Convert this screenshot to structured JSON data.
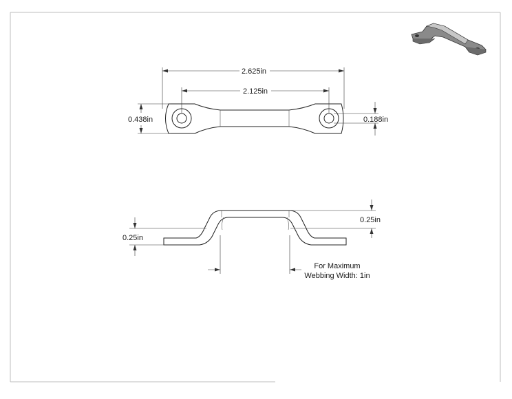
{
  "drawing": {
    "top_view": {
      "overall_length": "2.625in",
      "hole_spacing": "2.125in",
      "end_width": "0.438in",
      "hole_diameter": "0.188in"
    },
    "side_view": {
      "height": "0.25in",
      "thickness": "0.25in",
      "note_line1": "For Maximum",
      "note_line2": "Webbing Width: 1in"
    }
  },
  "colors": {
    "part_fill": "#ffffff",
    "line": "#222222",
    "iso_body": "#8a8a8a"
  },
  "icons": {
    "isometric_preview": "strap-loop-3d-icon"
  }
}
